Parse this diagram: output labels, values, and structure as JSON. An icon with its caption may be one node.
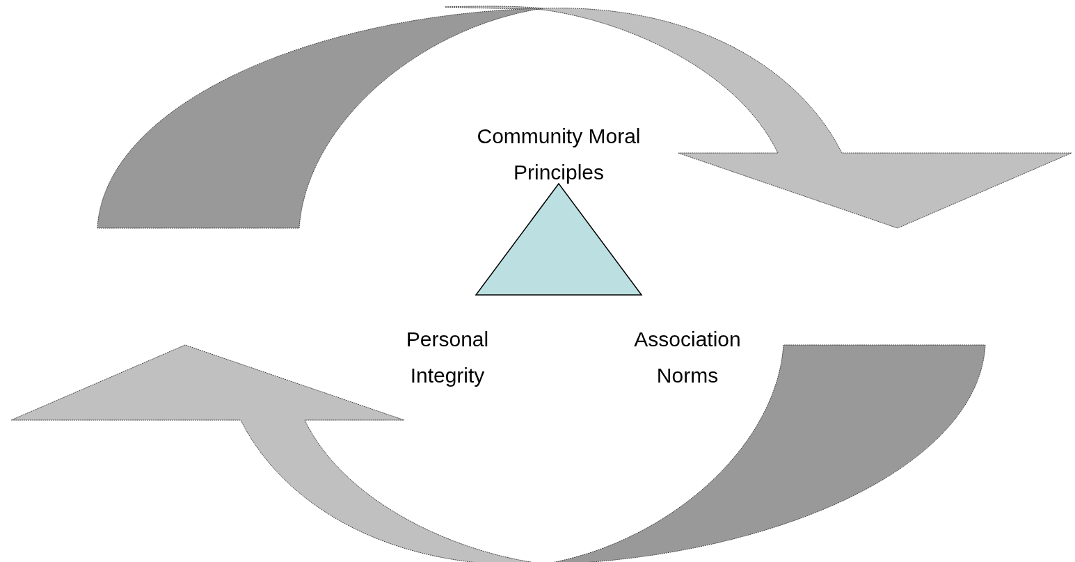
{
  "diagram": {
    "nodes": [
      {
        "text": [],
        "shape": "triangle",
        "beside": [
          "Community Moral Principles",
          "Personal Integrity",
          "Association Norms"
        ]
      }
    ]
  }
}
